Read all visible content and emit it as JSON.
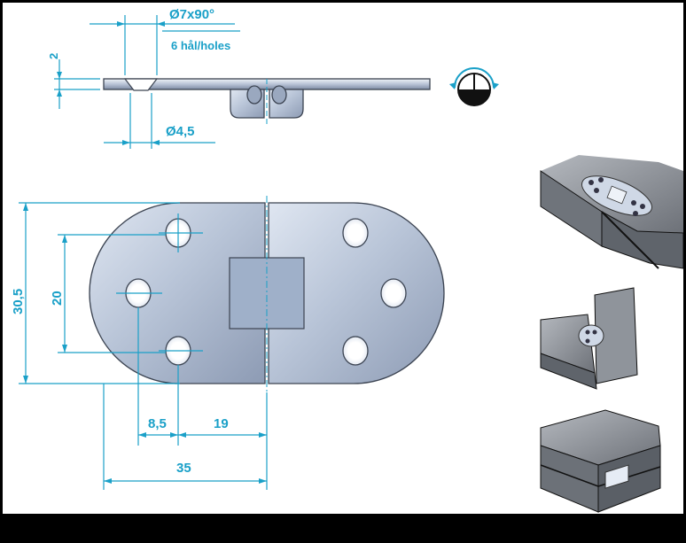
{
  "drawing": {
    "title": "Flush table hinge dimensional drawing",
    "labels": {
      "countersink": "Ø7x90°",
      "holes": "6 hål/holes",
      "thickness": "2",
      "hole_dia": "Ø4,5",
      "height": "30,5",
      "hole_spacing": "20",
      "offset_a": "8,5",
      "offset_b": "19",
      "half_length": "35"
    }
  },
  "colors": {
    "dimension": "#1aa0c8",
    "metal_light": "#eef2f8",
    "metal_dark": "#7d8aa3",
    "wood": "#8a8f96"
  }
}
